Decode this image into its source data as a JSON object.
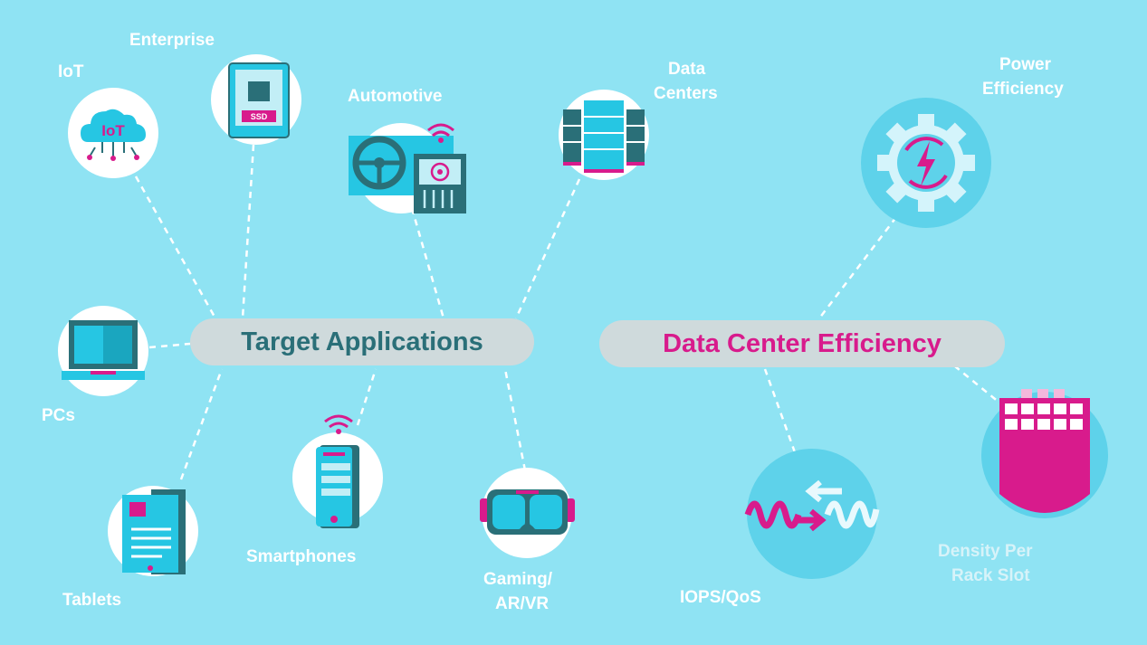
{
  "hubs": {
    "target": "Target Applications",
    "efficiency": "Data Center Efficiency"
  },
  "labels": {
    "iot": "IoT",
    "enterprise": "Enterprise",
    "automotive": "Automotive",
    "data_centers_1": "Data",
    "data_centers_2": "Centers",
    "pcs": "PCs",
    "tablets": "Tablets",
    "smartphones": "Smartphones",
    "gaming_1": "Gaming/",
    "gaming_2": "AR/VR",
    "power_1": "Power",
    "power_2": "Efficiency",
    "iops": "IOPS/QoS",
    "density_1": "Density Per",
    "density_2": "Rack Slot"
  },
  "icons": {
    "iot_cloud_text": "IoT",
    "ssd_text": "SSD"
  },
  "colors": {
    "background": "#8fe3f3",
    "teal": "#2a6f78",
    "magenta": "#d81b8c",
    "cyan": "#26c6e3",
    "pill": "#cfdadc"
  }
}
